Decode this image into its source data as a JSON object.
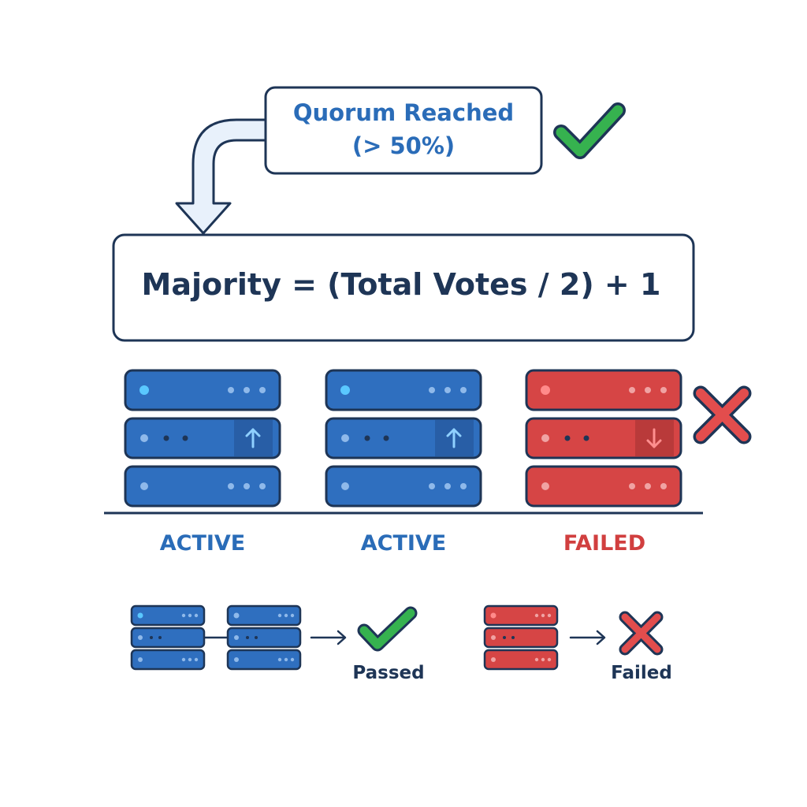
{
  "quorum": {
    "line1": "Quorum Reached",
    "line2": "(> 50%)"
  },
  "formula": "Majority = (Total Votes / 2) + 1",
  "nodes": [
    {
      "status": "ACTIVE",
      "arrow": "up"
    },
    {
      "status": "ACTIVE",
      "arrow": "up"
    },
    {
      "status": "FAILED",
      "arrow": "down"
    }
  ],
  "results": {
    "passed": "Passed",
    "failed": "Failed"
  },
  "colors": {
    "navy": "#1e3556",
    "blue": "#2f6fbf",
    "blue_text": "#2a6cb8",
    "red": "#d64545",
    "red_text": "#d13f3f",
    "green": "#2fae4a",
    "check_fill": "#36b24f",
    "cross_fill": "#e24d4d"
  },
  "icons": {
    "quorum_status": "check-icon",
    "failed_status": "cross-icon",
    "passed_result": "check-icon",
    "failed_result": "cross-icon"
  }
}
